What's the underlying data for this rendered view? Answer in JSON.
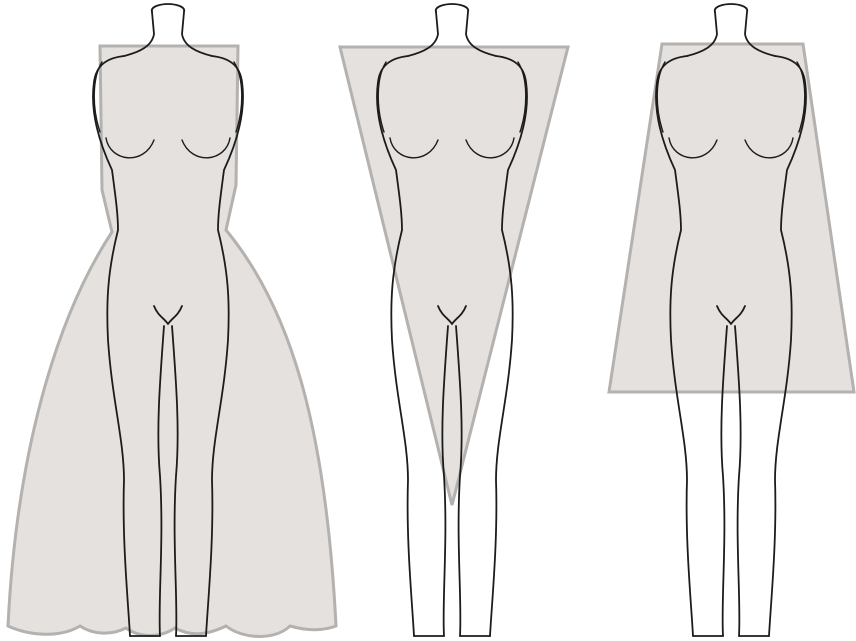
{
  "figure": {
    "panel_count": 3,
    "silhouette_shapes": [
      "a-line-flared-dress",
      "inverted-triangle",
      "trapezoid"
    ],
    "colors": {
      "background": "#ffffff",
      "silhouette_fill": "#ddd9d6",
      "silhouette_stroke": "#b4b1ae",
      "body_outline": "#1c1c1c"
    }
  }
}
